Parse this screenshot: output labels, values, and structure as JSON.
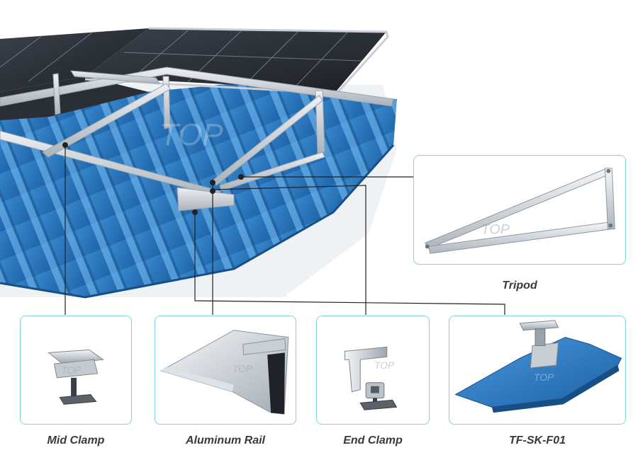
{
  "captions": {
    "tripod": "Tripod",
    "mid_clamp": "Mid Clamp",
    "aluminum_rail": "Aluminum Rail",
    "end_clamp": "End Clamp",
    "roof_hook": "TF-SK-F01"
  },
  "watermark": "TOP",
  "colors": {
    "roof_blue": "#2f7fc4",
    "panel_border": "#7fd3e3",
    "caption_text": "#3a3a3a",
    "aluminum": "#cfd5db",
    "solar_panel": "#2b2f36"
  }
}
